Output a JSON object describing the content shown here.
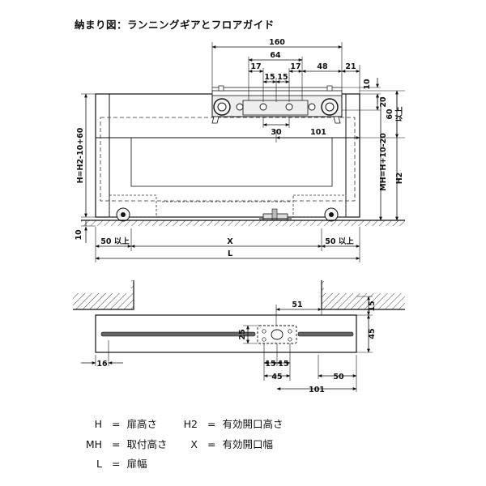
{
  "title": "納まり図：ランニングギアとフロアガイド",
  "dims": {
    "top_160": "160",
    "top_64": "64",
    "top_17a": "17",
    "top_17b": "17",
    "top_48": "48",
    "top_21": "21",
    "top_15a": "15",
    "top_15b": "15",
    "right_10": "10",
    "right_20": "20",
    "right_60": "60",
    "right_60_suffix": "以上",
    "mid_30": "30",
    "mid_101": "101",
    "left_height": "H=H2-10+60",
    "right_mh": "MH=H+10-20",
    "right_h2": "H2",
    "left_10": "10",
    "bottom_50_left": "50 以上",
    "bottom_x": "X",
    "bottom_50_right": "50 以上",
    "bottom_l": "L",
    "plan_51": "51",
    "plan_15_right": "15",
    "plan_25": "25",
    "plan_45_right": "45",
    "plan_16": "16",
    "plan_15a": "15",
    "plan_15b": "15",
    "plan_45_bottom": "45",
    "plan_50": "50",
    "plan_101": "101"
  },
  "legend": [
    {
      "key": "H",
      "sep": "=",
      "value": "扉高さ"
    },
    {
      "key": "H2",
      "sep": "=",
      "value": "有効開口高さ"
    },
    {
      "key": "MH",
      "sep": "=",
      "value": "取付高さ"
    },
    {
      "key": "X",
      "sep": "=",
      "value": "有効開口幅"
    },
    {
      "key": "L",
      "sep": "=",
      "value": "扉幅"
    }
  ]
}
